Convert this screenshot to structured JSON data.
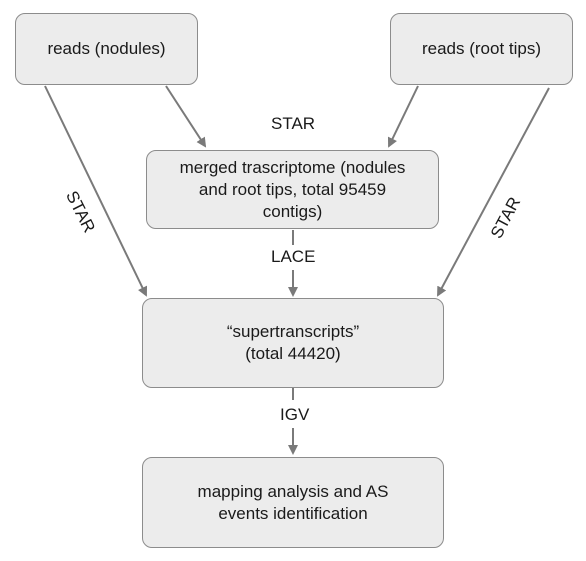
{
  "nodes": {
    "reads_nodules": "reads (nodules)",
    "reads_root_tips": "reads (root tips)",
    "merged_line1": "merged trascriptome (nodules",
    "merged_line2": "and root tips, total 95459",
    "merged_line3": "contigs)",
    "super_line1": "“supertranscripts”",
    "super_line2": "(total 44420)",
    "mapping_line1": "mapping analysis and AS",
    "mapping_line2": "events identification"
  },
  "edge_labels": {
    "star_top": "STAR",
    "star_left": "STAR",
    "star_right": "STAR",
    "lace": "LACE",
    "igv": "IGV"
  },
  "colors": {
    "box_fill": "#ececec",
    "box_border": "#8c8c8c",
    "arrow": "#7a7a7a",
    "text": "#1a1a1a"
  }
}
